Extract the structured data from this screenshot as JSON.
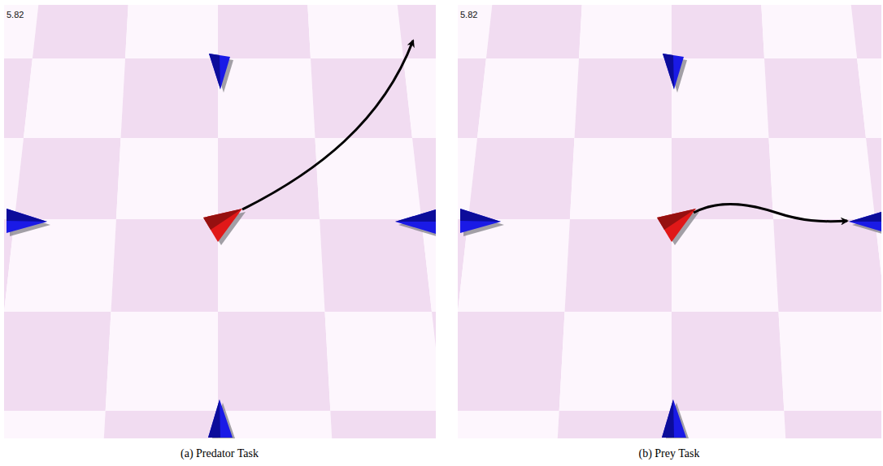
{
  "diagram": {
    "labels": [
      "5.82",
      "5.82",
      "(a) Predator Task",
      "(b) Prey Task"
    ]
  }
}
